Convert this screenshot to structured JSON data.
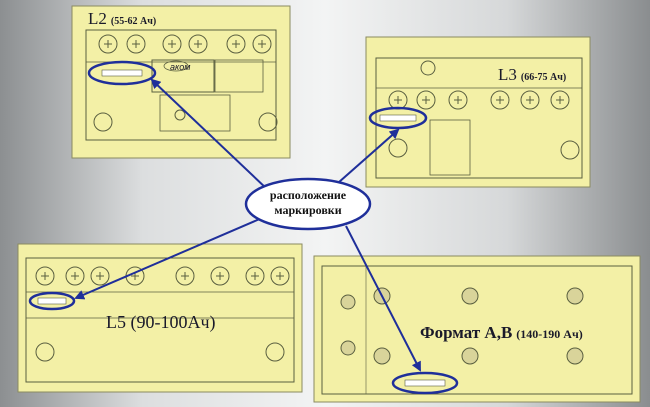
{
  "batteries": [
    {
      "id": "l2",
      "name": "L2",
      "capacity": "(55-62 Ач)"
    },
    {
      "id": "l3",
      "name": "L3",
      "capacity": "(66-75 Ач)"
    },
    {
      "id": "l5",
      "name": "L5",
      "capacity": "(90-100Ач)"
    },
    {
      "id": "ab",
      "name": "Формат А,В",
      "capacity": "(140-190 Ач)"
    }
  ],
  "callout": {
    "line1": "расположение",
    "line2": "маркировки"
  },
  "brand": "аком",
  "colors": {
    "panel": "#f3f0a6",
    "line": "#5a5f40",
    "arrow": "#1f2f9a",
    "marker": "#1f2f9a"
  }
}
